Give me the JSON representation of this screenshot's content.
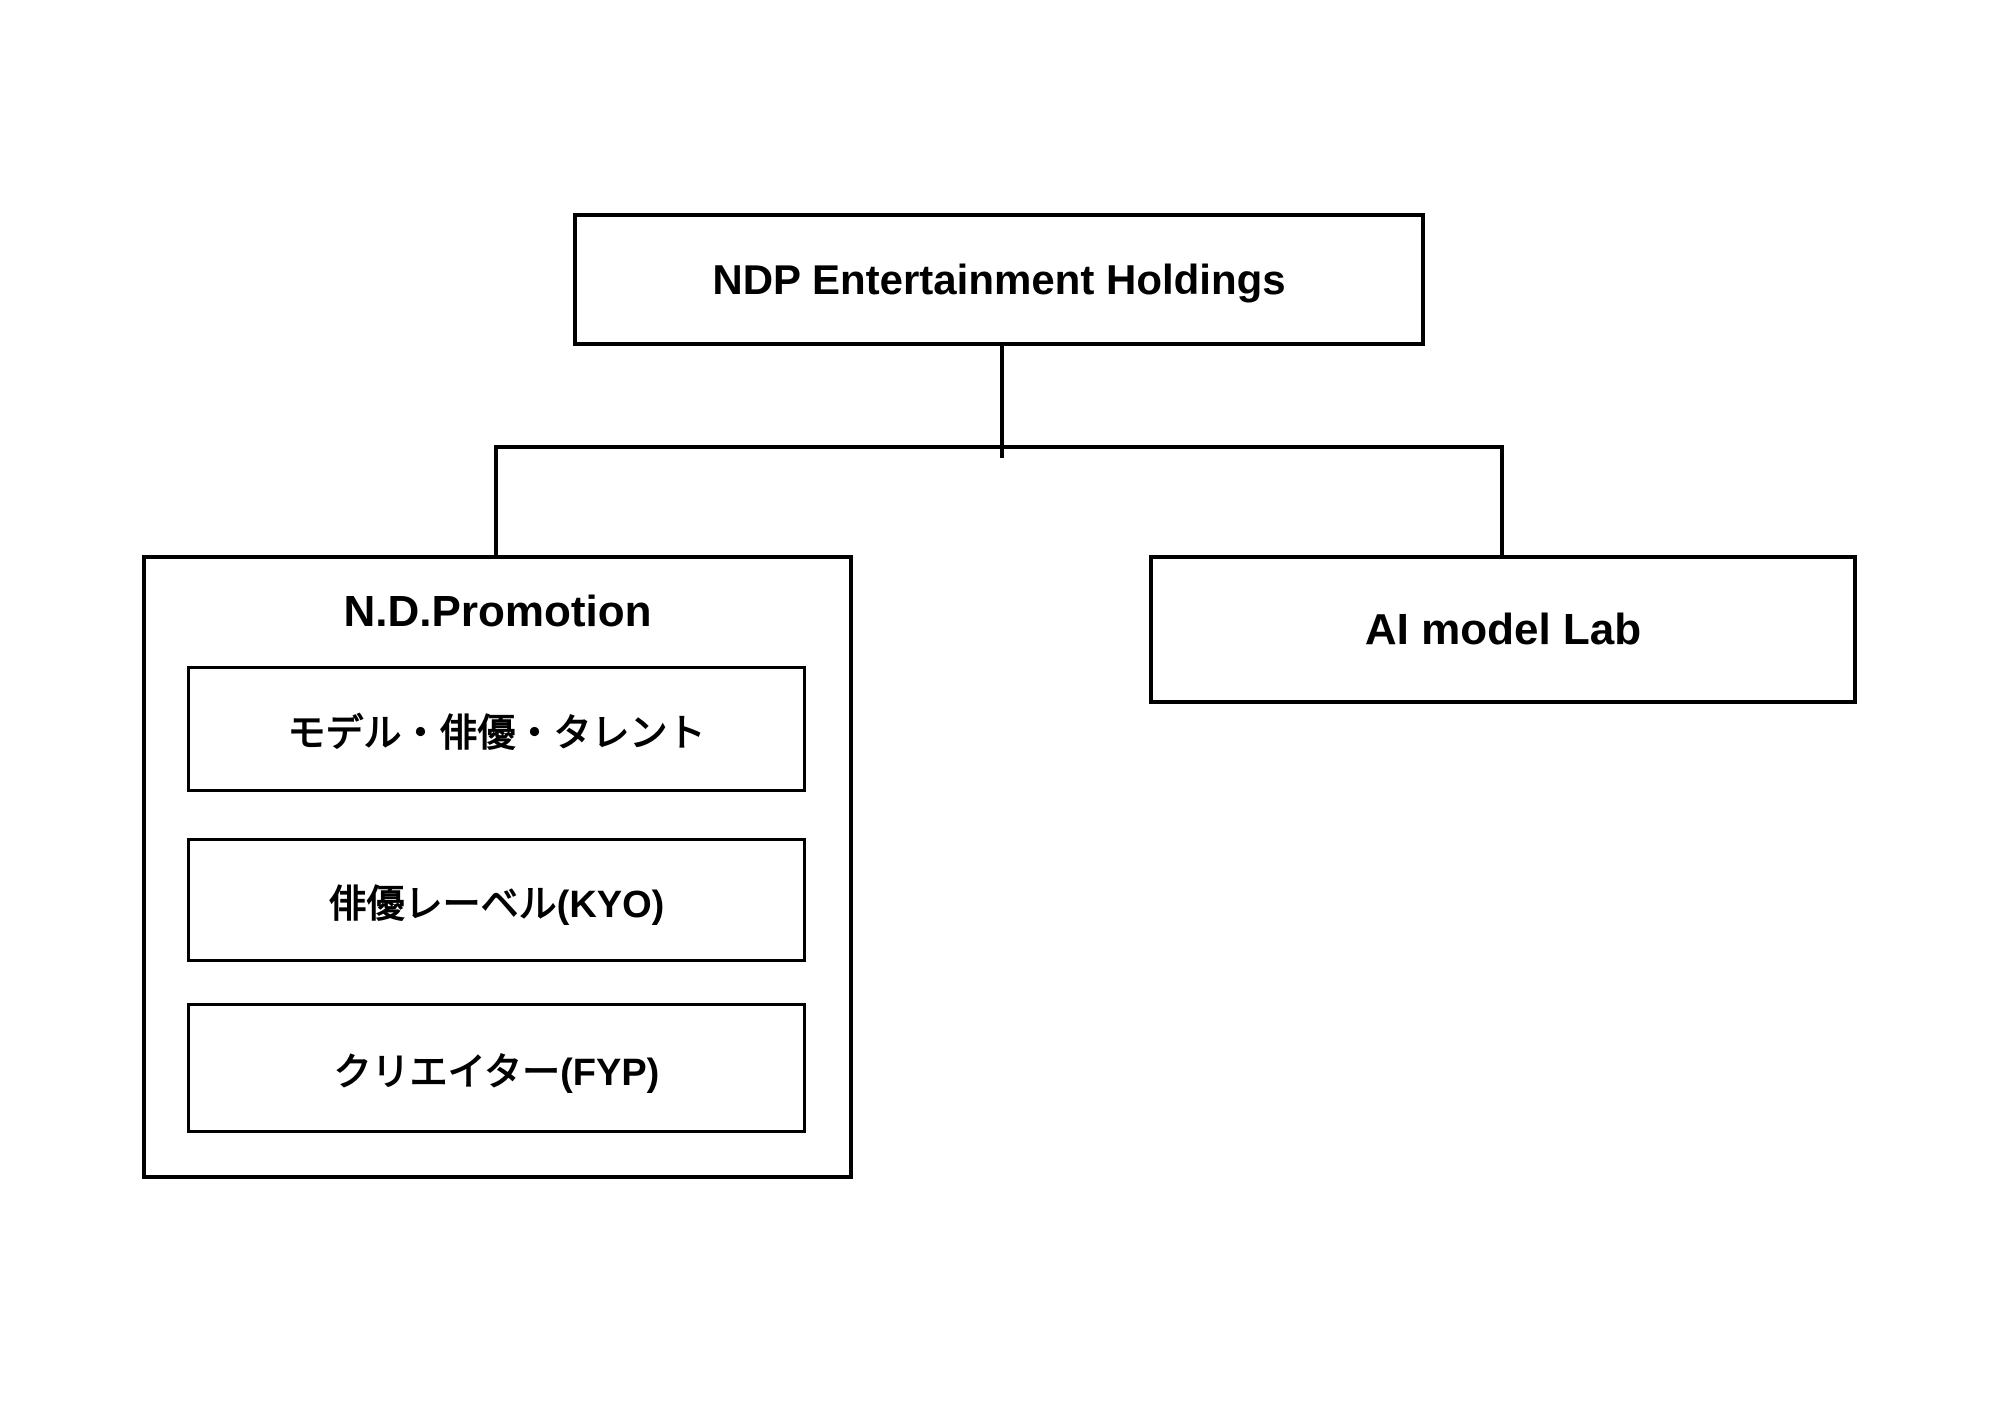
{
  "diagram": {
    "type": "org-chart",
    "root": {
      "label": "NDP Entertainment Holdings"
    },
    "subsidiaries": {
      "nd_promotion": {
        "label": "N.D.Promotion",
        "divisions": [
          {
            "label": "モデル・俳優・タレント"
          },
          {
            "label": "俳優レーベル(KYO)"
          },
          {
            "label": "クリエイター(FYP)"
          }
        ]
      },
      "ai_model_lab": {
        "label": "AI model Lab"
      }
    },
    "colors": {
      "background": "#ffffff",
      "border": "#000000",
      "text": "#000000"
    }
  }
}
